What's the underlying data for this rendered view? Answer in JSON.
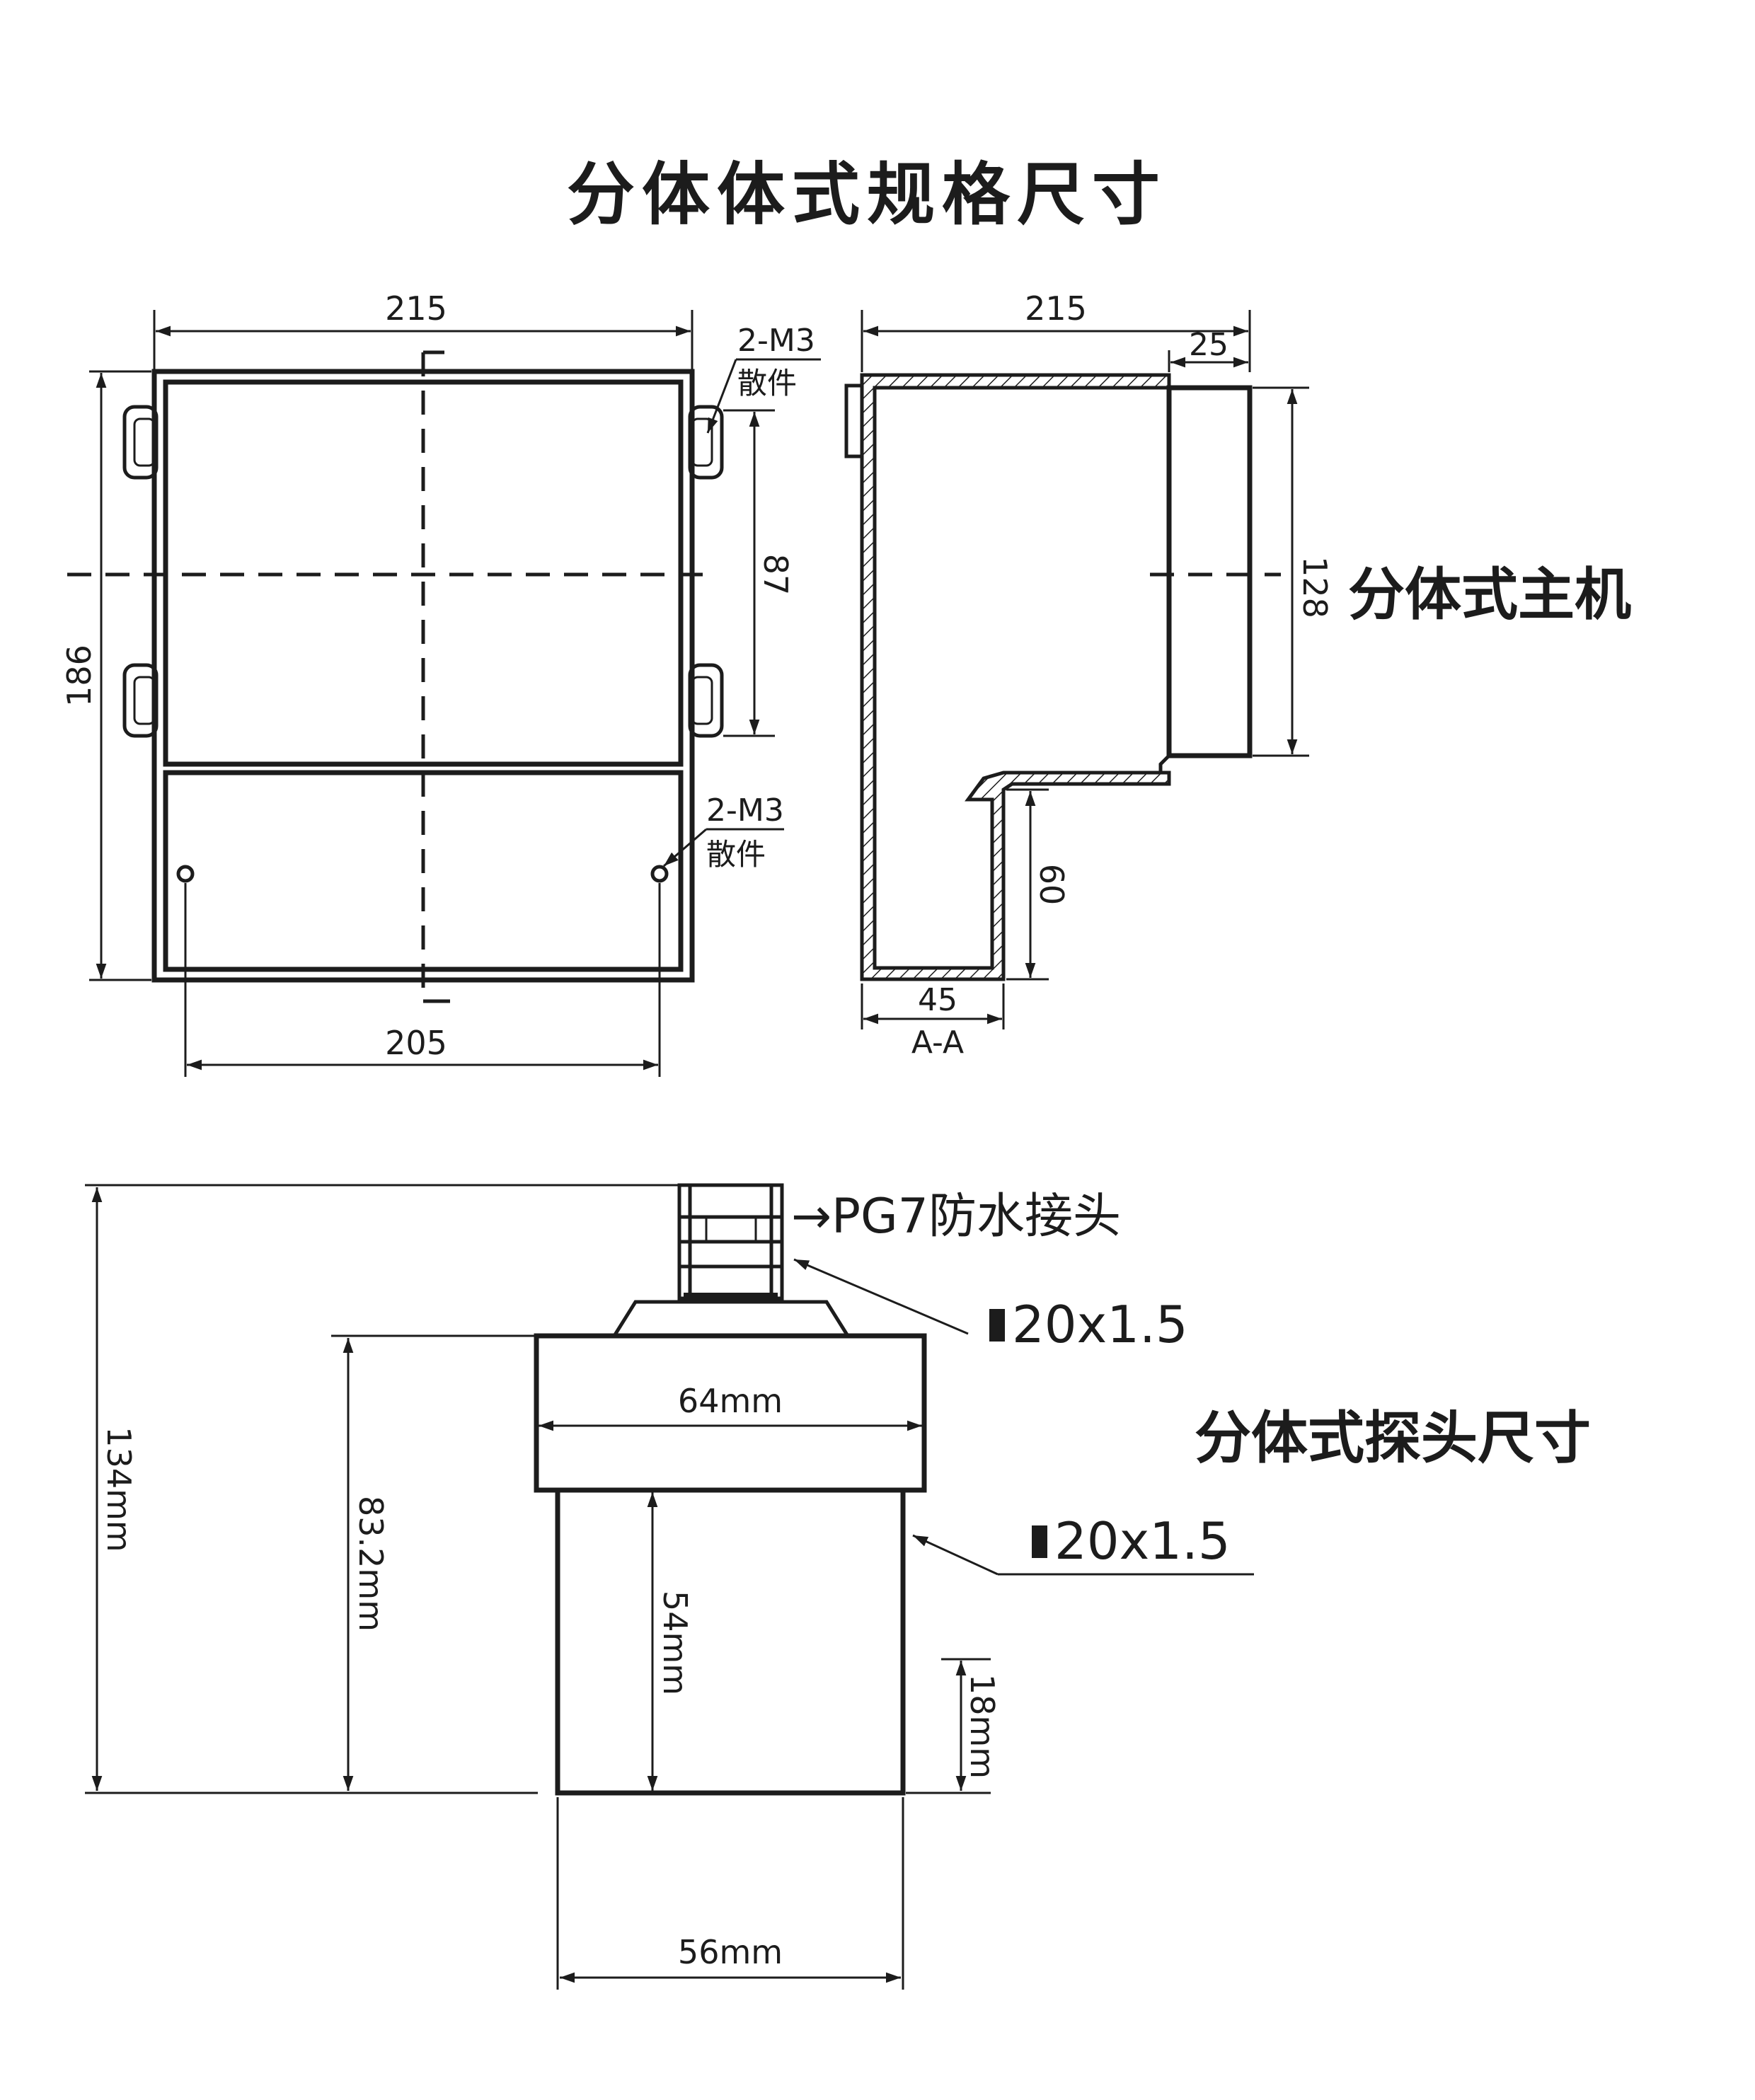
{
  "title": "分体体式规格尺寸",
  "host": {
    "label": "分体式主机",
    "front_view": {
      "dim_top": "215",
      "dim_bottom": "205",
      "dim_height": "186",
      "dim_hole_spacing": "87",
      "screw_top": {
        "size": "2-M3",
        "note": "散件"
      },
      "screw_bottom": {
        "size": "2-M3",
        "note": "散件"
      }
    },
    "side_view": {
      "dim_top": "215",
      "dim_cover": "25",
      "dim_height": "128",
      "dim_step": "60",
      "dim_depth": "45",
      "section": "A-A"
    }
  },
  "probe": {
    "label": "分体式探头尺寸",
    "connector": "→PG7防水接头",
    "thread_top": "20x1.5",
    "thread_side": "20x1.5",
    "dim_total": "134mm",
    "dim_body": "83.2mm",
    "dim_head": "64mm",
    "dim_lower": "54mm",
    "dim_bottom_section": "18mm",
    "dim_diameter": "56mm"
  }
}
